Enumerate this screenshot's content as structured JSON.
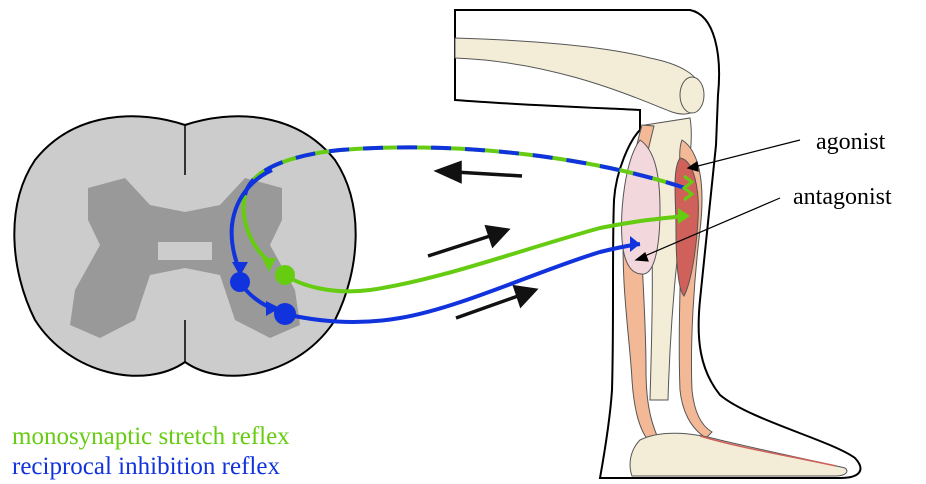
{
  "labels": {
    "agonist": "agonist",
    "antagonist": "antagonist"
  },
  "legend": {
    "stretch": "monosynaptic stretch reflex",
    "inhibition": "reciprocal inhibition reflex"
  },
  "colors": {
    "stretch": "#66cc11",
    "inhibition": "#1133dd",
    "gray_matter": "#999999",
    "white_matter": "#cccccc",
    "bone": "#f3ecd6",
    "agonist_muscle": "#d0605a",
    "antagonist_muscle": "#f2d7dc",
    "tendon": "#f3b997",
    "arrow": "#111111"
  },
  "icons": [
    "spinal-cord-cross-section",
    "leg-anatomy",
    "direction-arrow"
  ]
}
